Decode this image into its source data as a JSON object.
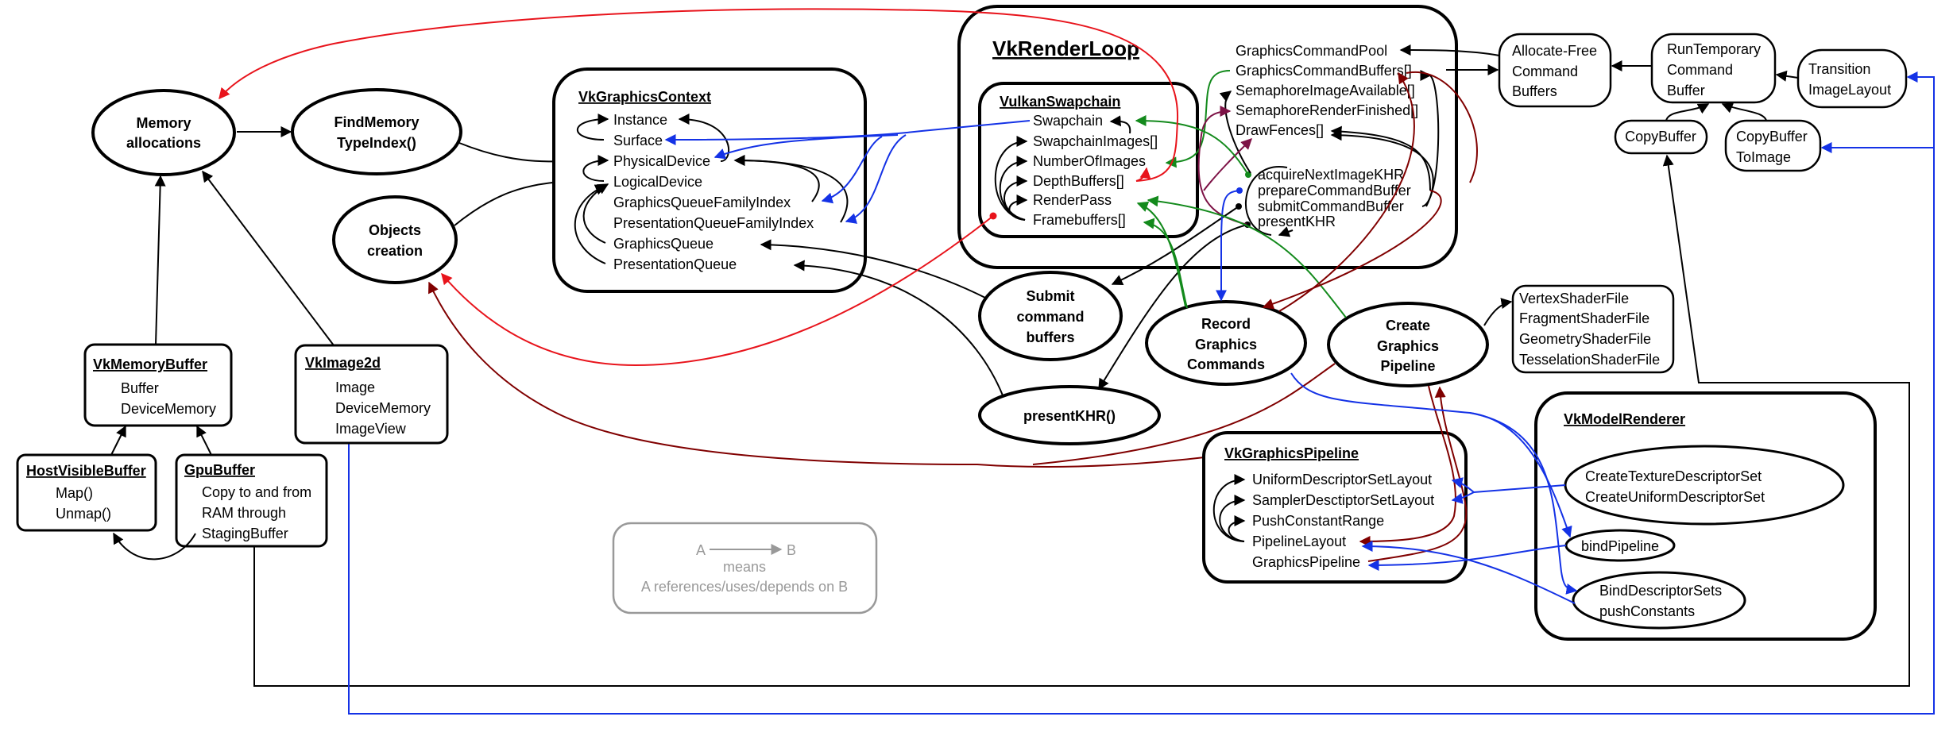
{
  "diagram": {
    "memory_allocations": [
      "Memory",
      "allocations"
    ],
    "find_memory_type_index": [
      "FindMemory",
      "TypeIndex()"
    ],
    "objects_creation": [
      "Objects",
      "creation"
    ],
    "vk_memory_buffer": {
      "title": "VkMemoryBuffer",
      "items": [
        "Buffer",
        "DeviceMemory"
      ]
    },
    "vk_image2d": {
      "title": "VkImage2d",
      "items": [
        "Image",
        "DeviceMemory",
        "ImageView"
      ]
    },
    "host_visible_buffer": {
      "title": "HostVisibleBuffer",
      "items": [
        "Map()",
        "Unmap()"
      ]
    },
    "gpu_buffer": {
      "title": "GpuBuffer",
      "items": [
        "Copy to and from",
        "RAM through",
        "StagingBuffer"
      ]
    },
    "vk_graphics_context": {
      "title": "VkGraphicsContext",
      "items": [
        "Instance",
        "Surface",
        "PhysicalDevice",
        "LogicalDevice",
        "GraphicsQueueFamilyIndex",
        "PresentationQueueFamilyIndex",
        "GraphicsQueue",
        "PresentationQueue"
      ]
    },
    "vk_render_loop": {
      "title": "VkRenderLoop",
      "resources": [
        "GraphicsCommandPool",
        "GraphicsCommandBuffers[]",
        "SemaphoreImageAvailable[]",
        "SemaphoreRenderFinished[]",
        "DrawFences[]"
      ],
      "loop_steps": [
        "acquireNextImageKHR",
        "prepareCommandBuffer",
        "submitCommandBuffer",
        "presentKHR"
      ]
    },
    "vulkan_swapchain": {
      "title": "VulkanSwapchain",
      "items": [
        "Swapchain",
        "SwapchainImages[]",
        "NumberOfImages",
        "DepthBuffers[]",
        "RenderPass",
        "Framebuffers[]"
      ]
    },
    "allocate_free_command_buffers": [
      "Allocate-Free",
      "Command",
      "Buffers"
    ],
    "run_temporary_command_buffer": [
      "RunTemporary",
      "Command",
      "Buffer"
    ],
    "transition_image_layout": [
      "Transition",
      "ImageLayout"
    ],
    "copy_buffer": "CopyBuffer",
    "copy_buffer_to_image": [
      "CopyBuffer",
      "ToImage"
    ],
    "submit_command_buffers": [
      "Submit",
      "command",
      "buffers"
    ],
    "present_khr": "presentKHR()",
    "record_graphics_commands": [
      "Record",
      "Graphics",
      "Commands"
    ],
    "create_graphics_pipeline": [
      "Create",
      "Graphics",
      "Pipeline"
    ],
    "shader_files": [
      "VertexShaderFile",
      "FragmentShaderFile",
      "GeometryShaderFile",
      "TesselationShaderFile"
    ],
    "vk_graphics_pipeline": {
      "title": "VkGraphicsPipeline",
      "items": [
        "UniformDescriptorSetLayout",
        "SamplerDesctiptorSetLayout",
        "PushConstantRange",
        "PipelineLayout",
        "GraphicsPipeline"
      ]
    },
    "vk_model_renderer": {
      "title": "VkModelRenderer",
      "create_descriptor_sets": [
        "CreateTextureDescriptorSet",
        "CreateUniformDescriptorSet"
      ],
      "bind_pipeline": "bindPipeline",
      "bind_descriptor_sets": [
        "BindDescriptorSets",
        "pushConstants"
      ]
    },
    "legend": {
      "a": "A",
      "b": "B",
      "means": "means",
      "explanation": "A references/uses/depends on B"
    }
  },
  "colors": {
    "black": "#000000",
    "red": "#e8141c",
    "dark_red": "#800000",
    "green": "#138a1c",
    "blue": "#1432e6",
    "purple": "#7d1246",
    "legend_gray": "#999999"
  }
}
